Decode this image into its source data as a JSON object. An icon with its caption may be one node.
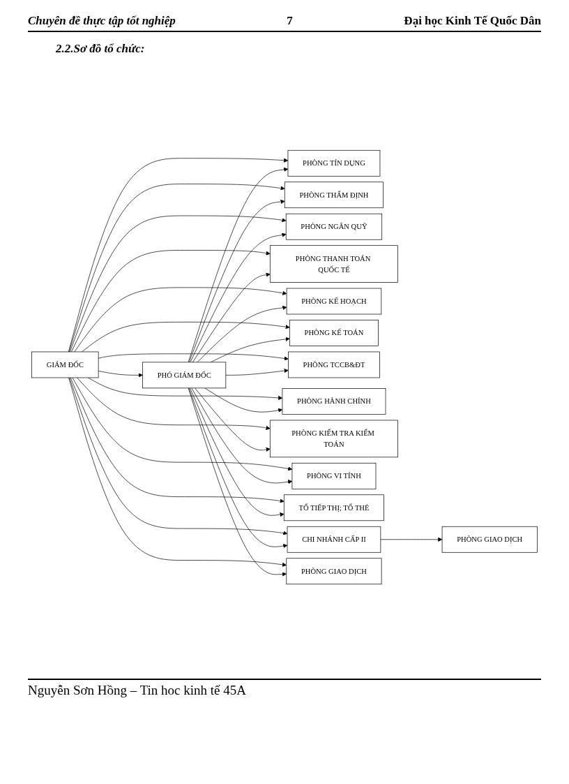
{
  "diagram": {
    "title": "2.2.Sơ đồ tổ chức:",
    "nodes": [
      {
        "text": [
          "GIÁM ĐỐC"
        ]
      },
      {
        "text": [
          "PHÓ GIÁM ĐỐC"
        ]
      },
      {
        "text": [
          "PHÒNG TÍN DỤNG"
        ]
      },
      {
        "text": [
          "PHÒNG THẨM ĐỊNH"
        ]
      },
      {
        "text": [
          "PHÒNG NGÂN QUỸ"
        ]
      },
      {
        "text": [
          "PHÒNG THANH TOÁN QUỐC TẾ"
        ]
      },
      {
        "text": [
          "PHÒNG KẾ HOẠCH"
        ]
      },
      {
        "text": [
          "PHÒNG KẾ TOÁN"
        ]
      },
      {
        "text": [
          "PHÒNG TCCB&ĐT"
        ]
      },
      {
        "text": [
          "PHÒNG HÀNH CHÍNH"
        ]
      },
      {
        "text": [
          "PHÒNG KIỂM TRA KIỂM TOÁN"
        ]
      },
      {
        "text": [
          "PHÒNG VI TÍNH"
        ]
      },
      {
        "text": [
          "TỔ TIẾP THỊ; TỔ THẺ"
        ]
      },
      {
        "text": [
          "CHI NHÁNH CẤP II"
        ]
      },
      {
        "text": [
          "PHÒNG GIAO DỊCH"
        ]
      },
      {
        "text": [
          "PHÒNG GIAO DỊCH"
        ]
      }
    ],
    "edges": [
      {
        "from": 0,
        "to": 1,
        "arrow": "to"
      },
      {
        "from": 0,
        "to": 2,
        "arrow": "to"
      },
      {
        "from": 0,
        "to": 3,
        "arrow": "to"
      },
      {
        "from": 0,
        "to": 4,
        "arrow": "to"
      },
      {
        "from": 0,
        "to": 5,
        "arrow": "to"
      },
      {
        "from": 0,
        "to": 6,
        "arrow": "to"
      },
      {
        "from": 0,
        "to": 7,
        "arrow": "to"
      },
      {
        "from": 0,
        "to": 8,
        "arrow": "to"
      },
      {
        "from": 0,
        "to": 9,
        "arrow": "to"
      },
      {
        "from": 0,
        "to": 10,
        "arrow": "to"
      },
      {
        "from": 0,
        "to": 11,
        "arrow": "to"
      },
      {
        "from": 0,
        "to": 12,
        "arrow": "to"
      },
      {
        "from": 0,
        "to": 13,
        "arrow": "to"
      },
      {
        "from": 0,
        "to": 15,
        "arrow": "to"
      },
      {
        "from": 1,
        "to": 2,
        "arrow": "to"
      },
      {
        "from": 1,
        "to": 3,
        "arrow": "to"
      },
      {
        "from": 1,
        "to": 4,
        "arrow": "to"
      },
      {
        "from": 1,
        "to": 5,
        "arrow": "to"
      },
      {
        "from": 1,
        "to": 6,
        "arrow": "to"
      },
      {
        "from": 1,
        "to": 7,
        "arrow": "to"
      },
      {
        "from": 1,
        "to": 8,
        "arrow": "to"
      },
      {
        "from": 1,
        "to": 9,
        "arrow": "to"
      },
      {
        "from": 1,
        "to": 10,
        "arrow": "to"
      },
      {
        "from": 1,
        "to": 11,
        "arrow": "to"
      },
      {
        "from": 1,
        "to": 12,
        "arrow": "to"
      },
      {
        "from": 1,
        "to": 13,
        "arrow": "to"
      },
      {
        "from": 1,
        "to": 15,
        "arrow": "to"
      },
      {
        "from": 13,
        "to": 14,
        "arrow": "to"
      }
    ],
    "labels": [
      "Chuyên đề thực tập tốt nghiệp",
      "7",
      "Đại học Kinh Tế Quốc Dân",
      "Nguyễn Sơn Hồng – Tin hoc kinh tế 45A"
    ]
  }
}
